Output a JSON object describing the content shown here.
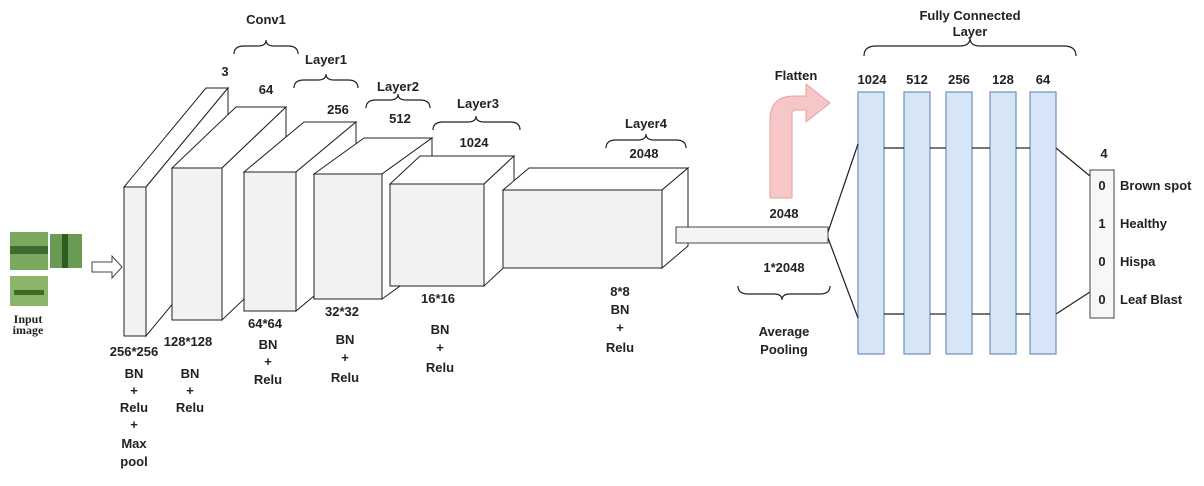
{
  "input": {
    "caption_line1": "Input",
    "caption_line2": "image"
  },
  "conv1": {
    "title": "Conv1",
    "channels_in": "3",
    "channels_out": "64"
  },
  "stage1": {
    "size": "256*256",
    "ops": [
      "BN",
      "+",
      "Relu",
      "+",
      "Max",
      "pool"
    ]
  },
  "stage2": {
    "size": "128*128",
    "ops": [
      "BN",
      "+",
      "Relu"
    ]
  },
  "layer1": {
    "title": "Layer1",
    "channels": "256",
    "size": "64*64",
    "ops": [
      "BN",
      "+",
      "Relu"
    ]
  },
  "layer2": {
    "title": "Layer2",
    "channels": "512",
    "size": "32*32",
    "ops": [
      "BN",
      "+",
      "Relu"
    ]
  },
  "layer3": {
    "title": "Layer3",
    "channels": "1024",
    "size": "16*16",
    "ops": [
      "BN",
      "+",
      "Relu"
    ]
  },
  "layer4": {
    "title": "Layer4",
    "channels": "2048",
    "size": "8*8",
    "ops": [
      "BN",
      "+",
      "Relu"
    ]
  },
  "pooling": {
    "value": "2048",
    "vector": "1*2048",
    "title_line1": "Average",
    "title_line2": "Pooling"
  },
  "flatten": {
    "title": "Flatten",
    "arrow_color": "#f7c6c6"
  },
  "fc": {
    "title_line1": "Fully Connected",
    "title_line2": "Layer",
    "units": [
      "1024",
      "512",
      "256",
      "128",
      "64"
    ],
    "column_color": "#d6e6f7"
  },
  "output": {
    "count": "4",
    "classes": [
      {
        "value": "0",
        "label": "Brown spot"
      },
      {
        "value": "1",
        "label": "Healthy"
      },
      {
        "value": "0",
        "label": "Hispa"
      },
      {
        "value": "0",
        "label": "Leaf Blast"
      }
    ]
  }
}
